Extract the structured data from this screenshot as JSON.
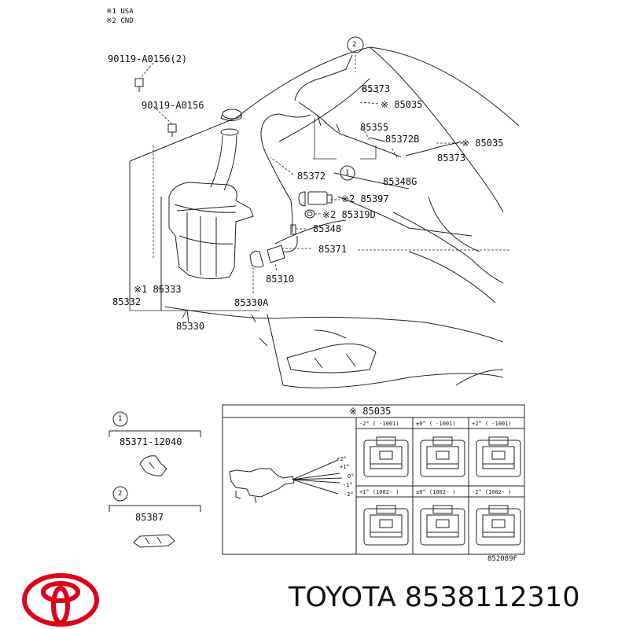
{
  "legend": {
    "note1": "※1 USA",
    "note2": "※2 CND"
  },
  "callouts": {
    "c1": "1",
    "c2": "2",
    "inset1": "1",
    "inset2": "2"
  },
  "parts": {
    "p90119a": "90119-A0156(2)",
    "p90119b": "90119-A0156",
    "p85373a": "85373",
    "p85035a": "※ 85035",
    "p85355": "85355",
    "p85372b": "85372B",
    "p85035b": "※ 85035",
    "p85373b": "85373",
    "p85348g": "85348G",
    "p85372": "85372",
    "p85397": "※2 85397",
    "p85319d": "※2 85319D",
    "p85348": "85348",
    "p85371": "85371",
    "p85310": "85310",
    "p85333": "※1 85333",
    "p85332": "85332",
    "p85330a": "85330A",
    "p85330": "85330"
  },
  "inset": {
    "part1": "85371-12040",
    "part2": "85387",
    "table_title": "※ 85035",
    "angles": {
      "a1": "+2°",
      "a2": "+1°",
      "a3": "0°",
      "a4": "-1°",
      "a5": "-2°"
    },
    "cells": [
      "-2° (    -1001)",
      "±0° (    -1001)",
      "+2° (    -1001)",
      "+1° (1002-   )",
      "±0° (1002-   )",
      "-2° (1002-   )"
    ],
    "figure_code": "852089F"
  },
  "footer": {
    "brand": "TOYOTA",
    "part_number": "8538112310"
  },
  "colors": {
    "line": "#222222",
    "logo_red": "#e0001a",
    "text": "#111111"
  }
}
